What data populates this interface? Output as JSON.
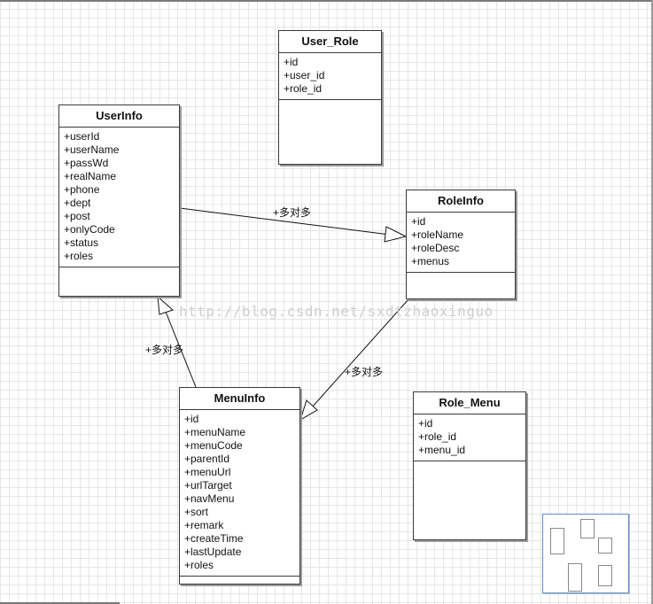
{
  "diagram": {
    "watermark": "http://blog.csdn.net/sxdtzhaoxinguo",
    "classes": {
      "user_role": {
        "name": "User_Role",
        "attributes": [
          "+id",
          "+user_id",
          "+role_id"
        ]
      },
      "userinfo": {
        "name": "UserInfo",
        "attributes": [
          "+userId",
          "+userName",
          "+passWd",
          "+realName",
          "+phone",
          "+dept",
          "+post",
          "+onlyCode",
          "+status",
          "+roles"
        ]
      },
      "roleinfo": {
        "name": "RoleInfo",
        "attributes": [
          "+id",
          "+roleName",
          "+roleDesc",
          "+menus"
        ]
      },
      "menuinfo": {
        "name": "MenuInfo",
        "attributes": [
          "+id",
          "+menuName",
          "+menuCode",
          "+parentId",
          "+menuUrl",
          "+urlTarget",
          "+navMenu",
          "+sort",
          "+remark",
          "+createTime",
          "+lastUpdate",
          "+roles"
        ]
      },
      "role_menu": {
        "name": "Role_Menu",
        "attributes": [
          "+id",
          "+role_id",
          "+menu_id"
        ]
      }
    },
    "relations": [
      {
        "from": "UserInfo",
        "to": "RoleInfo",
        "label": "+多对多"
      },
      {
        "from": "MenuInfo",
        "to": "UserInfo",
        "label": "+多对多"
      },
      {
        "from": "RoleInfo",
        "to": "MenuInfo",
        "label": "+多对多"
      }
    ]
  }
}
